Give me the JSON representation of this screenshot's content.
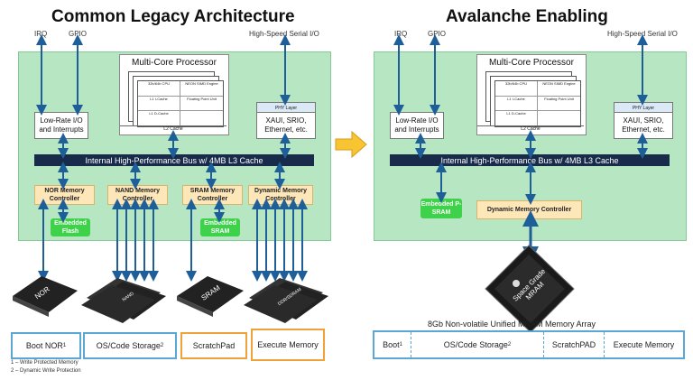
{
  "left": {
    "title": "Common Legacy Architecture",
    "io": {
      "irq": "IRQ",
      "gpio": "GPIO",
      "serial": "High-Speed Serial I/O"
    },
    "processor": {
      "title": "Multi-Core Processor",
      "cpu": "32b/64b CPU",
      "neon": "NEON SIMD Engine",
      "l1i": "L1 I-Cache",
      "l1d": "L1 D-Cache",
      "fpu": "Floating Point Unit",
      "l2": "L2 Cache"
    },
    "lowrate": "Low-Rate I/O and Interrupts",
    "phy": "PHY Layer",
    "xaui": "XAUI, SRIO, Ethernet, etc.",
    "bus": "Internal High-Performance Bus w/ 4MB L3 Cache",
    "controllers": {
      "nor": "NOR Memory Controller",
      "nand": "NAND Memory Controller",
      "sram": "SRAM Memory Controller",
      "dynamic": "Dynamic Memory Controller"
    },
    "embedded_flash": "Embedded Flash",
    "embedded_sram": "Embedded SRAM",
    "chips": {
      "nor": "NOR",
      "nand": "NAND",
      "sram": "SRAM",
      "ddr": "DDR/SDRAM"
    },
    "bottom": {
      "boot": "Boot NOR",
      "boot_sup": "1",
      "os": "OS/Code Storage",
      "os_sup": "2",
      "scratch": "ScratchPad",
      "exec": "Execute Memory"
    },
    "footnotes": [
      "1 – Write Protected Memory",
      "2 – Dynamic Write Protection"
    ]
  },
  "right": {
    "title": "Avalanche Enabling",
    "io": {
      "irq": "IRQ",
      "gpio": "GPIO",
      "serial": "High-Speed Serial I/O"
    },
    "processor": {
      "title": "Multi-Core Processor",
      "cpu": "32b/64b CPU",
      "neon": "NEON SIMD Engine",
      "l1i": "L1 I-Cache",
      "l1d": "L1 D-Cache",
      "fpu": "Floating Point Unit",
      "l2": "L2 Cache"
    },
    "lowrate": "Low-Rate I/O and Interrupts",
    "phy": "PHY Layer",
    "xaui": "XAUI, SRIO, Ethernet, etc.",
    "bus": "Internal High-Performance Bus w/ 4MB L3 Cache",
    "embedded_psram": "Embedded P-SRAM",
    "dynamic": "Dynamic Memory Controller",
    "chip_line1": "Space Grade",
    "chip_line2": "MRAM",
    "array_title": "8Gb Non-volatile Unified MRAM Memory Array",
    "bottom": {
      "boot": "Boot",
      "boot_sup": "1",
      "os": "OS/Code Storage",
      "os_sup": "2",
      "scratch": "ScratchPAD",
      "exec": "Execute Memory"
    }
  },
  "colors": {
    "panel": "#b7e6c2",
    "bus": "#182b4a",
    "controller": "#fde6b8",
    "embedded": "#3ed24a",
    "arrow": "#1f5f99",
    "boot_border": "#5aa7d6",
    "orange_border": "#f0a23a",
    "transition_arrow": "#f7c531"
  }
}
